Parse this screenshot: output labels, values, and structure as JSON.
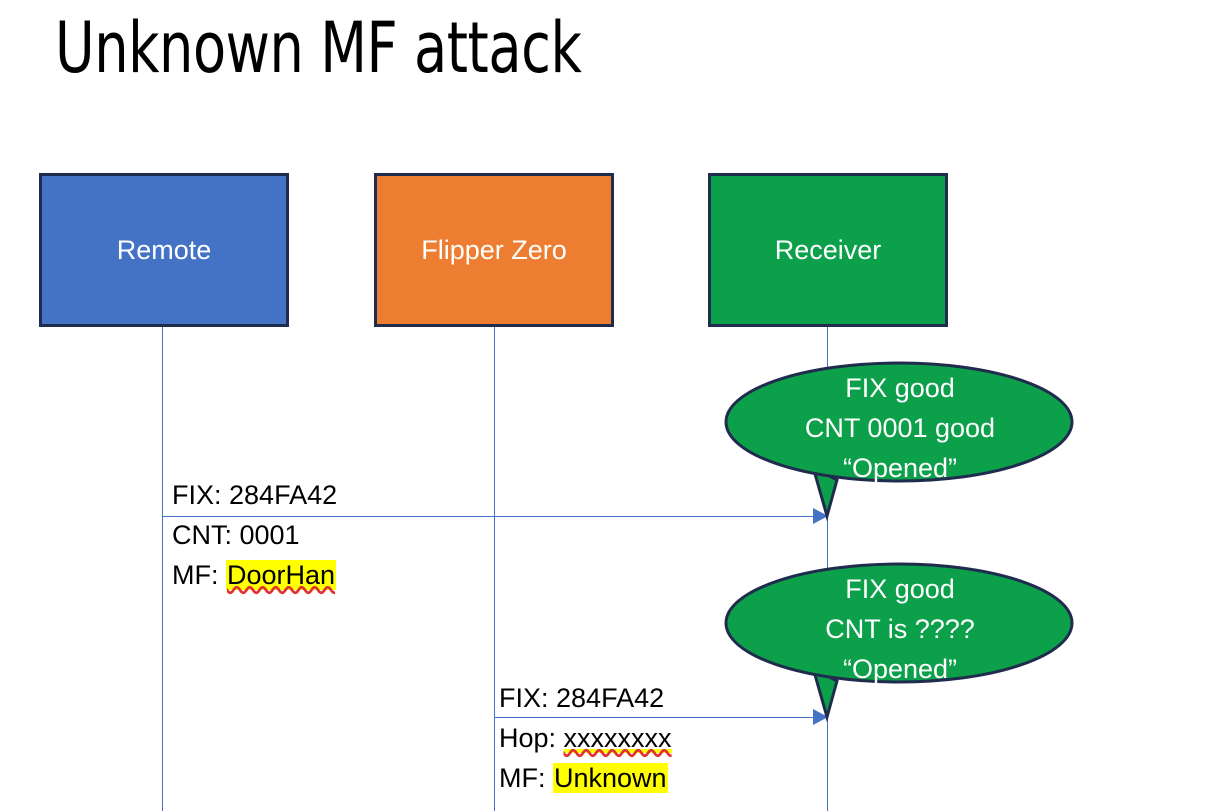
{
  "slide": {
    "title": "Unknown MF attack",
    "background_color": "#FFFFFF"
  },
  "colors": {
    "remote_fill": "#4472C4",
    "flipper_fill": "#ED7D31",
    "receiver_fill": "#0CA04A",
    "box_border": "#1F2C4D",
    "lifeline": "#4472C4",
    "arrow": "#4472C4",
    "highlight": "#FFFF00",
    "spellcheck_underline": "#E03030",
    "text_dark": "#000000",
    "text_light": "#FFFFFF"
  },
  "actors": [
    {
      "id": "remote",
      "label": "Remote",
      "fill": "#4472C4"
    },
    {
      "id": "flipper",
      "label": "Flipper Zero",
      "fill": "#ED7D31"
    },
    {
      "id": "receiver",
      "label": "Receiver",
      "fill": "#0CA04A"
    }
  ],
  "messages": [
    {
      "id": "msg-1",
      "from": "remote",
      "to": "receiver",
      "lines": [
        {
          "label": "FIX: ",
          "value": "284FA42",
          "highlight": false,
          "spellcheck_flag": false
        },
        {
          "label": "CNT: ",
          "value": "0001",
          "highlight": false,
          "spellcheck_flag": false
        },
        {
          "label": "MF: ",
          "value": "DoorHan",
          "highlight": true,
          "spellcheck_flag": true
        }
      ]
    },
    {
      "id": "msg-2",
      "from": "flipper",
      "to": "receiver",
      "lines": [
        {
          "label": "FIX: ",
          "value": "284FA42",
          "highlight": false,
          "spellcheck_flag": false
        },
        {
          "label": "Hop: ",
          "value": "xxxxxxxx",
          "highlight": false,
          "spellcheck_flag": true
        },
        {
          "label": "MF: ",
          "value": "Unknown",
          "highlight": true,
          "spellcheck_flag": false
        }
      ]
    }
  ],
  "callouts": [
    {
      "id": "callout-1",
      "owner": "receiver",
      "lines": [
        "FIX good",
        "CNT 0001 good",
        "“Opened”"
      ]
    },
    {
      "id": "callout-2",
      "owner": "receiver",
      "lines": [
        "FIX good",
        "CNT is ????",
        "“Opened”"
      ]
    }
  ]
}
